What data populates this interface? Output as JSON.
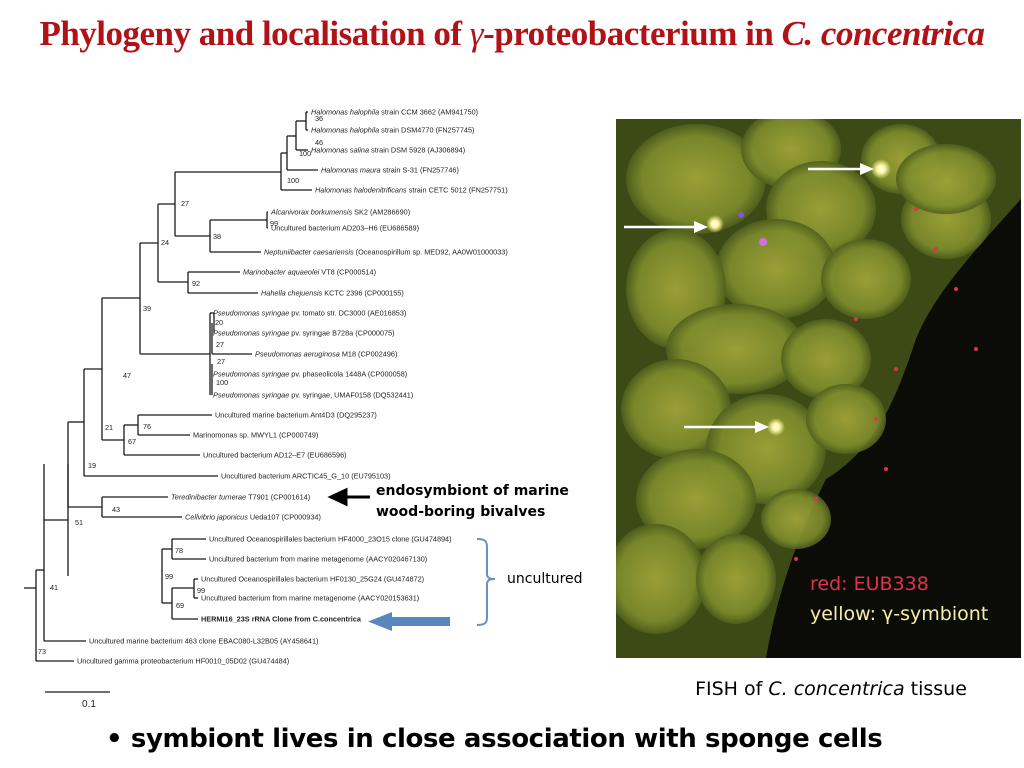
{
  "slide": {
    "title_main": "Phylogeny and localisation of ",
    "title_gamma": "γ",
    "title_middle": "-proteobacterium in ",
    "title_species": "C. concentrica",
    "bullet": "symbiont lives in close association with sponge cells"
  },
  "tree": {
    "taxa": [
      {
        "name": "Halomonas halophila strain CCM 3662 (AM941750)",
        "italic_part": "Halomonas halophila",
        "bold": false
      },
      {
        "name": "Halomonas halophila strain DSM4770 (FN257745)",
        "italic_part": "Halomonas halophila",
        "bold": false
      },
      {
        "name": "Halomonas salina strain DSM 5928 (AJ306894)",
        "italic_part": "Halomonas salina",
        "bold": false
      },
      {
        "name": "Halomonas maura strain S-31 (FN257746)",
        "italic_part": "Halomonas maura",
        "bold": false
      },
      {
        "name": "Halomonas halodenitrificans strain CETC 5012 (FN257751)",
        "italic_part": "Halomonas halodenitrificans",
        "bold": false
      },
      {
        "name": "Alcanivorax borkumensis SK2 (AM286690)",
        "italic_part": "Alcanivorax borkumensis",
        "bold": false
      },
      {
        "name": "Uncultured bacterium AD203–H6 (EU686589)",
        "italic_part": "",
        "bold": false
      },
      {
        "name": "Neptuniibacter caesariensis (Oceanospirillum sp. MED92, AA0W01000033)",
        "italic_part": "Neptuniibacter caesariensis",
        "bold": false
      },
      {
        "name": "Marinobacter aquaeolei VT8 (CP000514)",
        "italic_part": "Marinobacter aquaeolei",
        "bold": false
      },
      {
        "name": "Hahella chejuensis KCTC 2396 (CP000155)",
        "italic_part": "Hahella chejuensis",
        "bold": false
      },
      {
        "name": "Pseudomonas syringae pv. tomato str. DC3000 (AE016853)",
        "italic_part": "Pseudomonas syringae",
        "bold": false
      },
      {
        "name": "Pseudomonas syringae pv. syringae B728a (CP000075)",
        "italic_part": "Pseudomonas syringae",
        "bold": false
      },
      {
        "name": "Pseudomonas aeruginosa M18 (CP002496)",
        "italic_part": "Pseudomonas aeruginosa",
        "bold": false
      },
      {
        "name": "Pseudomonas syringae pv. phaseolicola 1448A (CP000058)",
        "italic_part": "Pseudomonas syringae",
        "bold": false
      },
      {
        "name": "Pseudomonas syringae pv. syringae, UMAF0158 (DQ532441)",
        "italic_part": "Pseudomonas syringae",
        "bold": false
      },
      {
        "name": "Uncultured marine bacterium Ant4D3 (DQ295237)",
        "italic_part": "",
        "bold": false
      },
      {
        "name": "Marinomonas sp. MWYL1 (CP000749)",
        "italic_part": "",
        "bold": false
      },
      {
        "name": "Uncultured bacterium AD12–E7 (EU686596)",
        "italic_part": "",
        "bold": false
      },
      {
        "name": "Uncultured bacterium ARCTIC45_G_10 (EU795103)",
        "italic_part": "",
        "bold": false
      },
      {
        "name": "Teredinibacter turnerae T7901 (CP001614)",
        "italic_part": "Teredinibacter turnerae",
        "bold": false
      },
      {
        "name": "Cellvibrio japonicus Ueda107 (CP000934)",
        "italic_part": "Cellvibrio japonicus",
        "bold": false
      },
      {
        "name": "Uncultured Oceanospirillales bacterium HF4000_23O15 clone (GU474894)",
        "italic_part": "",
        "bold": false
      },
      {
        "name": "Uncultured bacterium from marine metagenome (AACY020467130)",
        "italic_part": "",
        "bold": false
      },
      {
        "name": "Uncultured Oceanospirillales bacterium HF0130_25G24 (GU474872)",
        "italic_part": "",
        "bold": false
      },
      {
        "name": "Uncultured bacterium from marine metagenome (AACY020153631)",
        "italic_part": "",
        "bold": false
      },
      {
        "name": "HERMI16_23S rRNA Clone from C.concentrica",
        "italic_part": "",
        "bold": true
      },
      {
        "name": "Uncultured marine bacterium 463 clone EBAC080-L32B05 (AY458641)",
        "italic_part": "",
        "bold": false
      },
      {
        "name": "Uncultured gamma proteobacterium HF0010_05D02 (GU474484)",
        "italic_part": "",
        "bold": false
      }
    ],
    "bootstrap": [
      "36",
      "46",
      "100",
      "100",
      "27",
      "99",
      "38",
      "24",
      "92",
      "39",
      "20",
      "27",
      "27",
      "100",
      "47",
      "76",
      "67",
      "21",
      "19",
      "43",
      "51",
      "78",
      "99",
      "99",
      "69",
      "41",
      "73"
    ],
    "scale_label": "0.1",
    "endosymbiont_label_line1": "endosymbiont of marine",
    "endosymbiont_label_line2": "wood-boring bivalves",
    "uncultured_label": "uncultured",
    "colors": {
      "arrow_black": "#000000",
      "arrow_blue": "#5a86c0",
      "bracket": "#6a8fc4"
    }
  },
  "fish": {
    "legend_red": "red: EUB338",
    "legend_yellow": "yellow:  γ-symbiont",
    "caption_pre": "FISH of ",
    "caption_species": "C. concentrica",
    "caption_post": " tissue",
    "colors": {
      "red": "#e0334a",
      "yellow": "#f6efa6",
      "cells": "#8a9a2a",
      "background": "#0b0c08"
    }
  }
}
